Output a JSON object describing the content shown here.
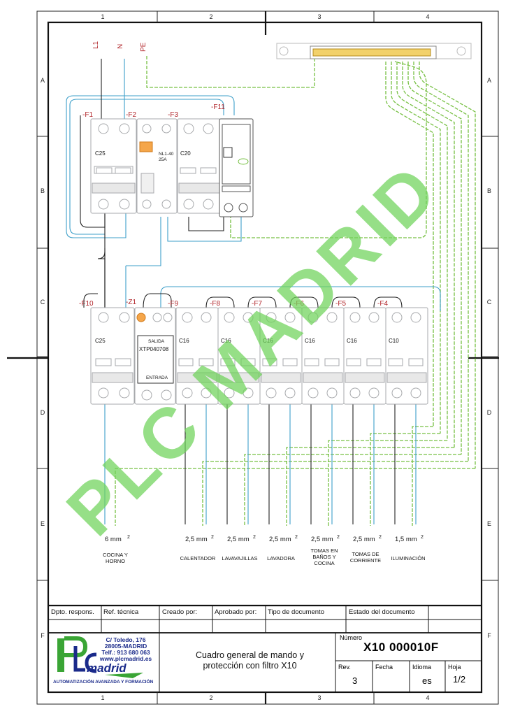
{
  "grid": {
    "columns": [
      "1",
      "2",
      "3",
      "4"
    ],
    "rows": [
      "A",
      "B",
      "C",
      "D",
      "E",
      "F"
    ]
  },
  "supply": {
    "l1": "L1",
    "n": "N",
    "pe": "PE"
  },
  "top_devices": [
    {
      "id": "F1",
      "tag": "-F1",
      "rating": "C25"
    },
    {
      "id": "F2",
      "tag": "-F2",
      "lines": [
        "NL1-40",
        "25A"
      ]
    },
    {
      "id": "F3",
      "tag": "-F3",
      "rating": "C20"
    },
    {
      "id": "F11",
      "tag": "-F11"
    }
  ],
  "bottom_devices": [
    {
      "id": "F10",
      "tag": "-F10",
      "rating": "C25"
    },
    {
      "id": "Z1",
      "tag": "-Z1",
      "lines": [
        "SALIDA",
        "XTP040708",
        "ENTRADA"
      ]
    },
    {
      "id": "F9",
      "tag": "-F9",
      "rating": "C16"
    },
    {
      "id": "F8",
      "tag": "-F8",
      "rating": "C16"
    },
    {
      "id": "F7",
      "tag": "-F7",
      "rating": "C16"
    },
    {
      "id": "F6",
      "tag": "-F6",
      "rating": "C16"
    },
    {
      "id": "F5",
      "tag": "-F5",
      "rating": "C16"
    },
    {
      "id": "F4",
      "tag": "-F4",
      "rating": "C10"
    }
  ],
  "circuits": [
    {
      "section": "6 mm",
      "label": [
        "COCINA Y",
        "HORNO"
      ]
    },
    {
      "section": "2,5 mm",
      "label": [
        "CALENTADOR"
      ]
    },
    {
      "section": "2,5 mm",
      "label": [
        "LAVAVAJILLAS"
      ]
    },
    {
      "section": "2,5 mm",
      "label": [
        "LAVADORA"
      ]
    },
    {
      "section": "2,5 mm",
      "label": [
        "TOMAS EN",
        "BAÑOS Y",
        "COCINA"
      ]
    },
    {
      "section": "2,5 mm",
      "label": [
        "TOMAS DE",
        "CORRIENTE"
      ]
    },
    {
      "section": "1,5 mm",
      "label": [
        "ILUMINACIÓN"
      ]
    }
  ],
  "titleblock": {
    "dpto": "Dpto. respons.",
    "ref": "Ref. técnica",
    "creado": "Creado por:",
    "aprobado": "Aprobado por:",
    "tipo": "Tipo de documento",
    "estado": "Estado del documento",
    "address": [
      "C/ Toledo, 176",
      "28005-MADRID",
      "Telf.: 913 680 063",
      "www.plcmadrid.es"
    ],
    "logo_text": "madrid",
    "tagline": "AUTOMATIZACIÓN AVANZADA Y FORMACIÓN",
    "description": [
      "Cuadro general de mando y",
      "protección con filtro X10"
    ],
    "numero_label": "Número",
    "numero": "X10 000010F",
    "rev_label": "Rev.",
    "rev": "3",
    "fecha_label": "Fecha",
    "idioma_label": "Idioma",
    "idioma": "es",
    "hoja_label": "Hoja",
    "hoja": "1/2"
  },
  "watermark": "PLC MADRID",
  "colors": {
    "brown": "#7a1a1a",
    "blue": "#3d9fc9",
    "green": "#77c043",
    "red": "#b1252a",
    "device_gray": "#a7a9ac",
    "logo_blue": "#1a2a8a",
    "logo_green": "#3aa535"
  }
}
